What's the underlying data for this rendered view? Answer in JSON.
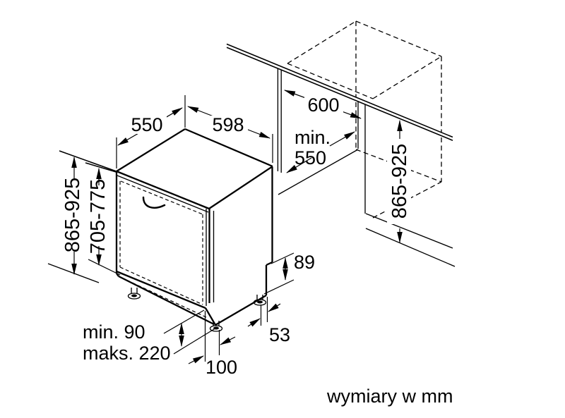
{
  "page": {
    "background": "#ffffff",
    "line_color": "#000000",
    "caption": "wymiary w mm"
  },
  "dimensions": {
    "top_depth": "550",
    "top_width": "598",
    "niche_width": "600",
    "niche_depth_label": "min.",
    "niche_depth_value": "550",
    "appliance_height_left": "865-925",
    "front_panel_height": "705-775",
    "niche_height_right": "865-925",
    "rear_notch_height": "89",
    "rear_foot_offset": "53",
    "front_foot_offset": "100",
    "plinth_clearance_min": "min. 90",
    "plinth_clearance_max": "maks. 220"
  }
}
